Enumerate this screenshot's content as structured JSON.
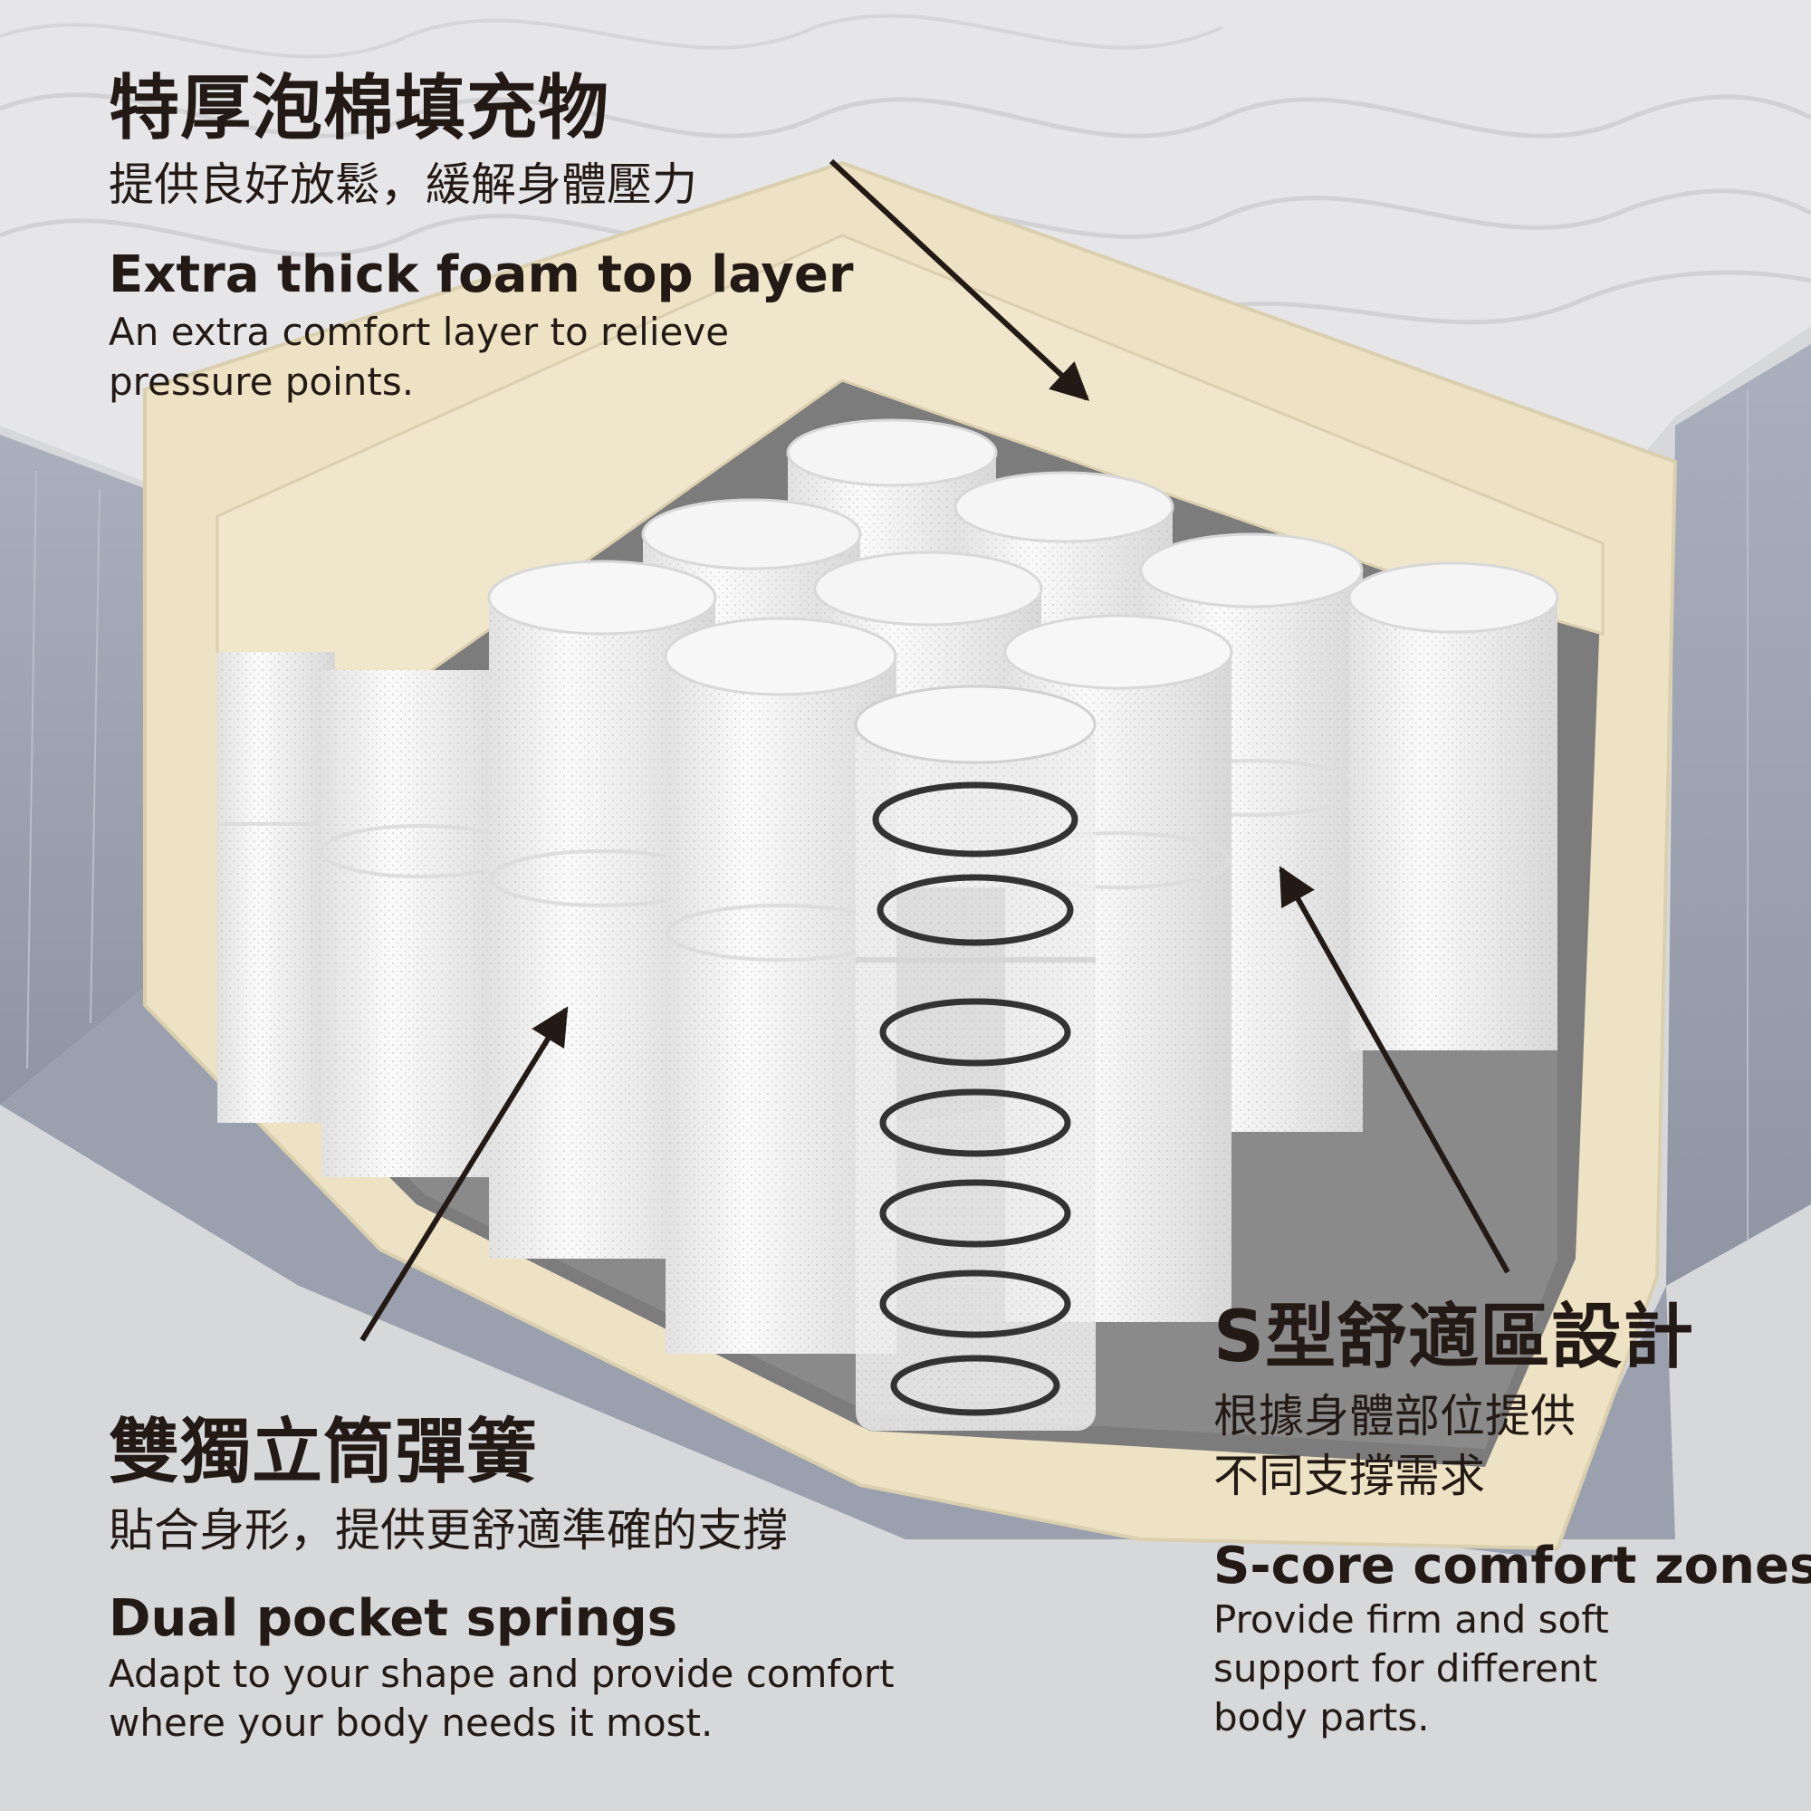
{
  "callouts": {
    "foam": {
      "zh_title": "特厚泡棉填充物",
      "zh_sub": "提供良好放鬆，緩解身體壓力",
      "en_title": "Extra thick foam top layer",
      "en_sub_1": "An extra comfort layer to relieve",
      "en_sub_2": "pressure points."
    },
    "springs": {
      "zh_title": "雙獨立筒彈簧",
      "zh_sub": "貼合身形，提供更舒適準確的支撐",
      "en_title": "Dual pocket springs",
      "en_sub_1": "Adapt to your shape and provide comfort",
      "en_sub_2": "where your body needs it most."
    },
    "zones": {
      "zh_title": "S型舒適區設計",
      "zh_sub_1": "根據身體部位提供",
      "zh_sub_2": "不同支撐需求",
      "en_title": "S-core comfort zones",
      "en_sub_1": "Provide firm and soft",
      "en_sub_2": "support for different",
      "en_sub_3": "body parts."
    }
  },
  "colors": {
    "background": "#d7d8da",
    "quilt_top": "#e6e6e8",
    "side_fabric": "#9ea4b2",
    "foam": "#ede2c3",
    "spring_pocket": "#f3f3f3",
    "coil": "#333333",
    "text": "#231a16"
  }
}
